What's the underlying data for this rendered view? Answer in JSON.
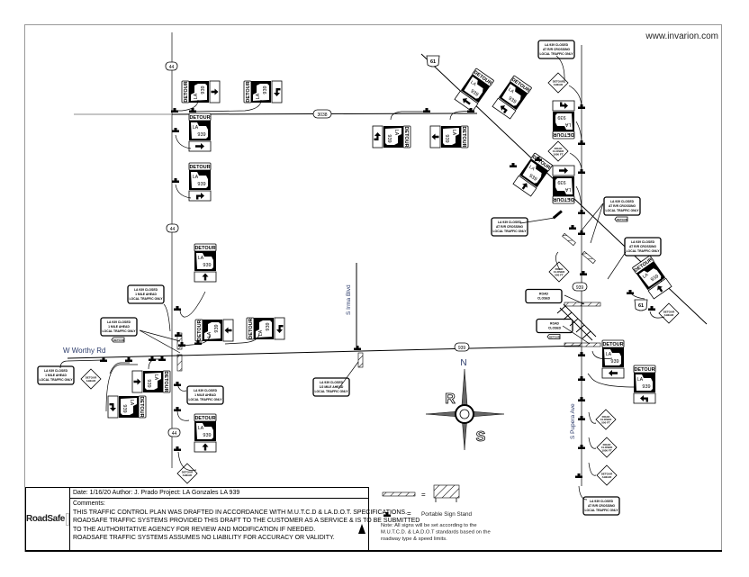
{
  "watermark": "www.invarion.com",
  "roads": {
    "w_worthy": "W Worthy Rd",
    "s_irma": "S Irma Blvd",
    "s_pupera": "S Pupera Ave"
  },
  "shields": {
    "la44_top": "44",
    "la44_mid": "44",
    "la44_bottom": "44",
    "la3038": "3038",
    "us61_top": "61",
    "us61_bottom": "61",
    "la939_east": "939",
    "la939_center": "939"
  },
  "sign_text": {
    "detour": "DETOUR",
    "la": "LA",
    "route": "939",
    "closed_1mi": [
      "LA 939 CLOSED",
      "1 MILE AHEAD",
      "LOCAL TRAFFIC ONLY"
    ],
    "closed_half": [
      "LA 939 CLOSED",
      "1/2 MILE AHEAD",
      "LOCAL TRAFFIC ONLY"
    ],
    "closed_rr": [
      "LA 939 CLOSED",
      "AT R/R CROSSING",
      "LOCAL TRAFFIC ONLY"
    ],
    "detour_ahead": [
      "DETOUR",
      "AHEAD"
    ],
    "road_closed_500": [
      "ROAD",
      "CLOSED",
      "500 FT"
    ],
    "road_closed_1000": [
      "ROAD",
      "CLOSED",
      "1000 FT"
    ],
    "road_closed": [
      "ROAD",
      "CLOSED"
    ],
    "detour_plaque": "DETOUR"
  },
  "compass": {
    "north": "N",
    "r": "R",
    "s": "S"
  },
  "legend": {
    "equals": "=",
    "sign_stand": "Portable Sign Stand",
    "note": [
      "Note: All signs will be set according to the",
      "M.U.T.C.D. & LA.D.O.T standards based on the",
      "roadway type & speed limits."
    ]
  },
  "title_block": {
    "logo": "RoadSafe",
    "date_line": "Date: 1/16/20 Author: J. Prado Project: LA Gonzales LA 939",
    "comments_label": "Comments:",
    "comments": [
      "THIS TRAFFIC CONTROL PLAN WAS DRAFTED IN ACCORDANCE WITH M.U.T.C.D & LA.D.O.T. SPECIFICATIONS.",
      "ROADSAFE TRAFFIC SYSTEMS PROVIDED THIS DRAFT TO THE CUSTOMER AS A SERVICE & IS TO BE SUBMITTED",
      "TO THE AUTHORITATIVE AGENCY FOR REVIEW AND MODIFICATION IF NEEDED.",
      "ROADSAFE TRAFFIC SYSTEMS ASSUMES NO LIABILITY FOR ACCURACY OR VALIDITY."
    ]
  }
}
